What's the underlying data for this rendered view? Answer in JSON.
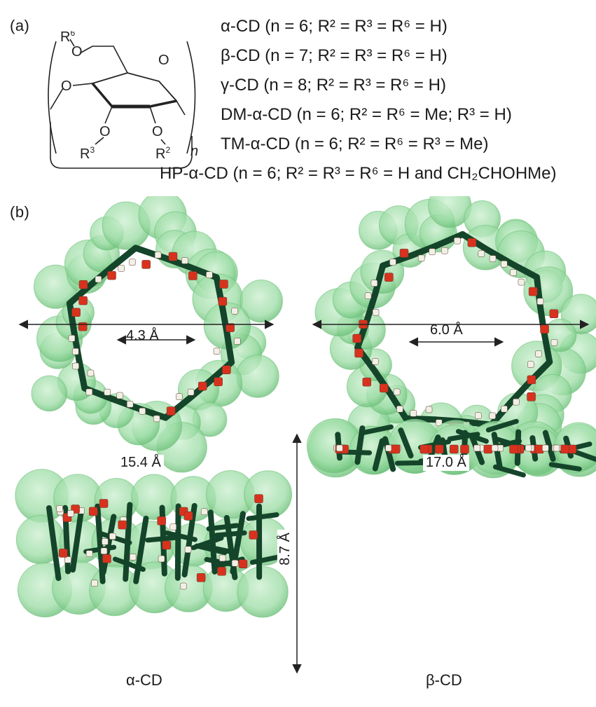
{
  "panels": {
    "a": "(a)",
    "b": "(b)"
  },
  "structure": {
    "r6": "R",
    "r6_sup": "6",
    "r3": "R",
    "r3_sup": "3",
    "r2": "R",
    "r2_sup": "2",
    "o": "O",
    "n": "n"
  },
  "legend": [
    {
      "name": "α-CD",
      "n": "6",
      "rest_pre": "; R",
      "detail": "α-CD (n = 6; R² = R³ = R⁶ = H)"
    },
    {
      "name": "β-CD",
      "n": "7",
      "detail": "β-CD (n = 7; R² = R³ = R⁶ = H)"
    },
    {
      "name": "γ-CD",
      "n": "8",
      "detail": "γ-CD (n = 8; R² = R³ = R⁶ = H)"
    },
    {
      "name": "DM-α-CD",
      "n": "6",
      "detail": "DM-α-CD (n = 6; R² = R⁶ = Me; R³ = H)"
    },
    {
      "name": "TM-α-CD",
      "n": "6",
      "detail": "TM-α-CD (n = 6; R² = R⁶ = R³ = Me)"
    },
    {
      "name": "HP-α-CD",
      "n": "6",
      "detail": "HP-α-CD (n = 6; R² = R³ = R⁶ = H and CH₂CHOHMe)"
    }
  ],
  "dimensions": {
    "alpha_cavity": "4.3 Å",
    "beta_cavity": "6.0 Å",
    "alpha_width": "15.4 Å",
    "beta_width": "17.0 Å",
    "height": "8.7 Å"
  },
  "names": {
    "alpha": "α-CD",
    "beta": "β-CD"
  },
  "colors": {
    "surface": "#9bdca4",
    "surface_edge": "#6fc27c",
    "carbon": "#14452a",
    "oxygen": "#d8321e",
    "hydrogen": "#f2efe6"
  }
}
